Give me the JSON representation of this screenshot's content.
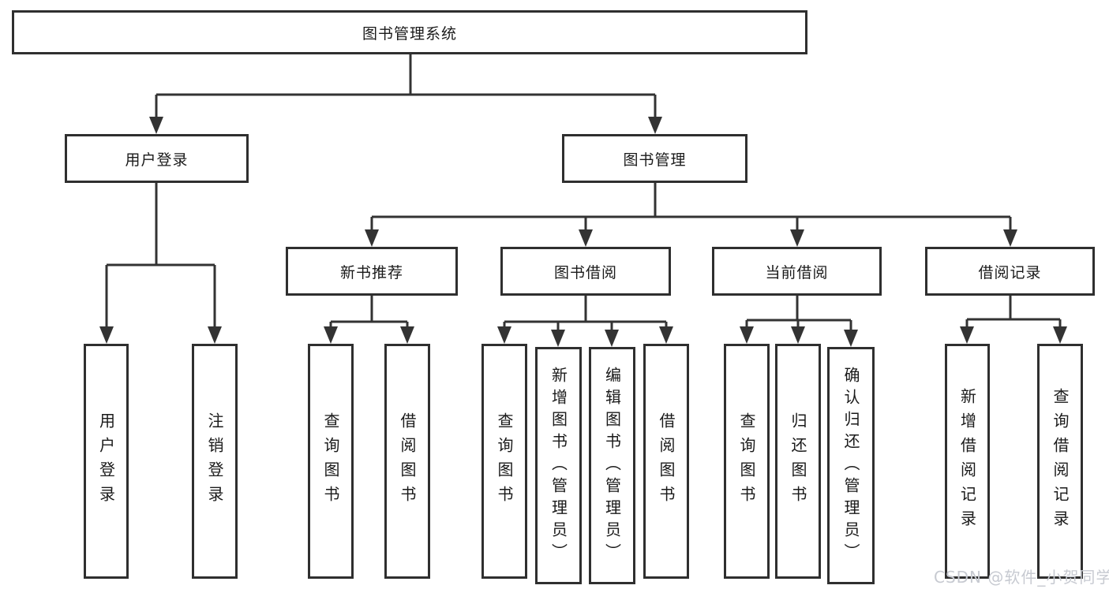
{
  "diagram_type": "hierarchy",
  "tree": {
    "label": "图书管理系统",
    "children": [
      {
        "label": "用户登录",
        "children": [
          {
            "label": "用户登录"
          },
          {
            "label": "注销登录"
          }
        ]
      },
      {
        "label": "图书管理",
        "children": [
          {
            "label": "新书推荐",
            "children": [
              {
                "label": "查询图书"
              },
              {
                "label": "借阅图书"
              }
            ]
          },
          {
            "label": "图书借阅",
            "children": [
              {
                "label": "查询图书"
              },
              {
                "label": "新增图书（管理员）"
              },
              {
                "label": "编辑图书（管理员）"
              },
              {
                "label": "借阅图书"
              }
            ]
          },
          {
            "label": "当前借阅",
            "children": [
              {
                "label": "查询图书"
              },
              {
                "label": "归还图书"
              },
              {
                "label": "确认归还（管理员）"
              }
            ]
          },
          {
            "label": "借阅记录",
            "children": [
              {
                "label": "新增借阅记录"
              },
              {
                "label": "查询借阅记录"
              }
            ]
          }
        ]
      }
    ]
  },
  "watermark": "CSDN @软件_小贺同学",
  "colors": {
    "line": "#333333",
    "box_border": "#2f2f2f",
    "text": "#1a1a1a",
    "watermark": "#c7cad1",
    "background": "#ffffff"
  }
}
